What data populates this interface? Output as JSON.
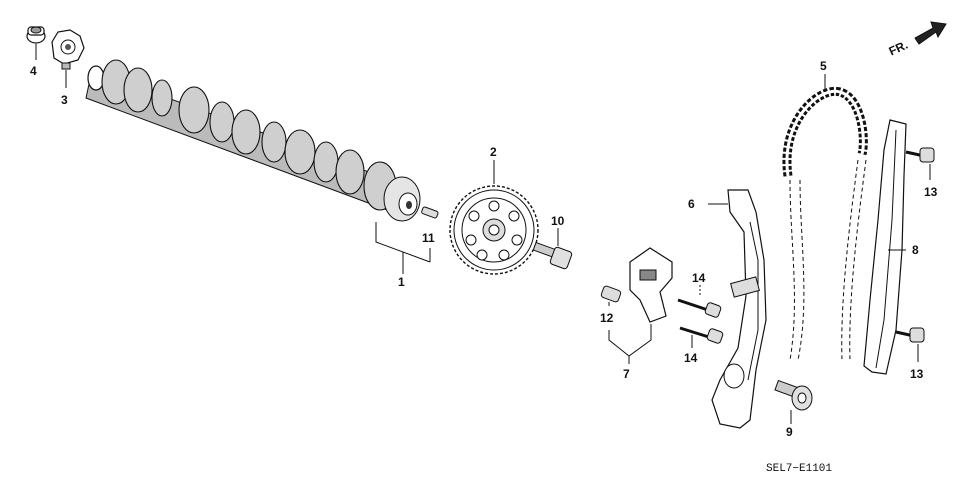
{
  "orientation": {
    "label": "FR."
  },
  "diagram_code": "SEL7−E1101",
  "callouts": {
    "camshaft": "1",
    "sprocket": "2",
    "pulser_plate": "3",
    "bolt_small": "4",
    "cam_chain": "5",
    "tensioner_arm": "6",
    "tensioner_assy": "7",
    "chain_guide": "8",
    "pivot_bolt": "9",
    "sprocket_bolt": "10",
    "dowel_pin": "11",
    "tensioner_spring": "12",
    "guide_bolt_upper": "13",
    "guide_bolt_lower": "13",
    "tensioner_bolt_upper": "14",
    "tensioner_bolt_lower": "14"
  }
}
